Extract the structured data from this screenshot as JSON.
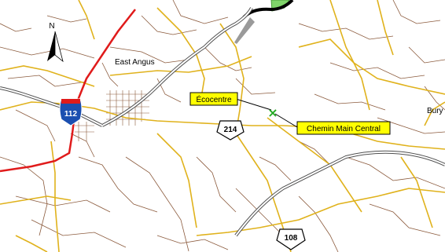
{
  "map": {
    "colors": {
      "background": "#ffffff",
      "local_road": "#8b5a3c",
      "primary_road": "#e0b21c",
      "highway": "#e01b1b",
      "river": "#505050",
      "river_fill": "#ffffff",
      "callout_fill": "#ffff00",
      "marker": "#22aa22",
      "park": "#7fd46a"
    },
    "north_arrow": {
      "label": "N",
      "icon": "north-arrow-icon"
    },
    "places": [
      {
        "name": "East Angus"
      },
      {
        "name": "Bury"
      }
    ],
    "callouts": [
      {
        "label": "Écocentre"
      },
      {
        "label": "Chemin Main Central"
      }
    ],
    "marker": {
      "icon": "x-marker-icon",
      "glyph": "×"
    },
    "shields": [
      {
        "type": "interstate",
        "number": "112"
      },
      {
        "type": "route",
        "number": "214"
      },
      {
        "type": "route",
        "number": "108"
      }
    ]
  }
}
